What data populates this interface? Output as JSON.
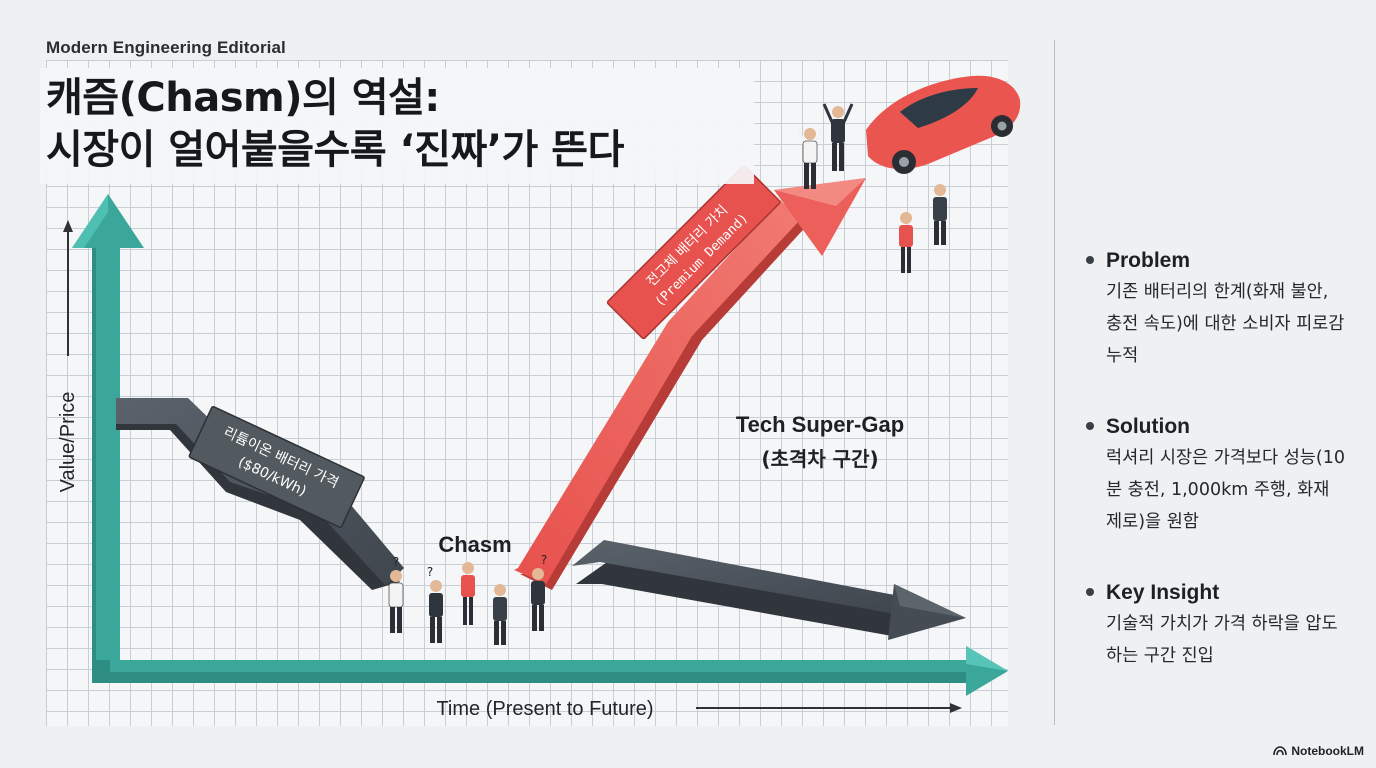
{
  "header": {
    "kicker": "Modern Engineering Editorial",
    "title_line1": "캐즘(Chasm)의 역설:",
    "title_line2": "시장이 얼어붙을수록 ‘진짜’가 뜬다"
  },
  "diagram": {
    "y_axis_label": "Value/Price",
    "x_axis_label": "Time (Present to Future)",
    "li_ion_label_line1": "리튬이온 배터리 가격",
    "li_ion_label_line2": "($80/kWh)",
    "solid_state_label_line1": "전고체 배터리 가치",
    "solid_state_label_line2": "(Premium Demand)",
    "chasm_label": "Chasm",
    "super_gap_line1": "Tech Super-Gap",
    "super_gap_line2": "(초격차 구간)",
    "colors": {
      "teal_axis": "#3aa79a",
      "dark_arrow": "#4a5159",
      "red_arrow": "#ec5f5a",
      "car": "#ec5a55"
    }
  },
  "sidebar": {
    "items": [
      {
        "heading": "Problem",
        "text": "기존 배터리의 한계(화재 불안, 충전 속도)에 대한 소비자 피로감 누적"
      },
      {
        "heading": "Solution",
        "text": "럭셔리 시장은 가격보다 성능(10분 충전, 1,000km 주행, 화재 제로)을 원함"
      },
      {
        "heading": "Key Insight",
        "text": "기술적 가치가 가격 하락을 압도하는 구간 진입"
      }
    ]
  },
  "footer": {
    "brand": "NotebookLM"
  }
}
